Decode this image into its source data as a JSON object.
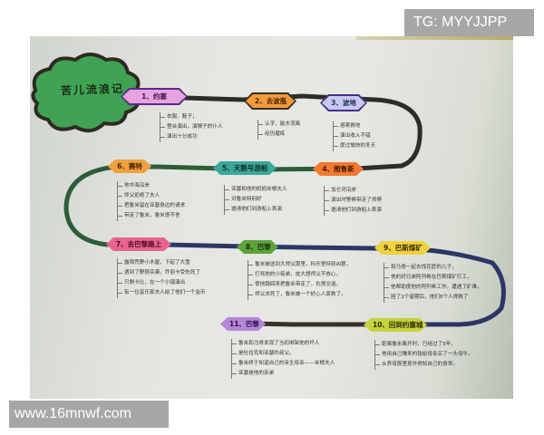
{
  "watermarks": {
    "top_right": "TG: MYYJJPP",
    "bottom_left": "www.16mnwf.com"
  },
  "mindmap": {
    "title": "苦儿流浪记",
    "colors": {
      "cloud": "#3fa353",
      "line_top": "#2e2c28",
      "line_mid": "#2e5c3a",
      "line_bottom": "#2b3566",
      "line_last": "#3a2e28"
    },
    "nodes": [
      {
        "label": "1、约塞",
        "color": "#e7a3e0",
        "border": "#5b2a85",
        "items": [
          "衣服、鞋子；",
          "登台演出，演猴子的仆人",
          "演出十分成功"
        ]
      },
      {
        "label": "2、去波瓶",
        "color": "#f29a3c",
        "border": "#3c2a1c",
        "items": [
          "认字、能木流离",
          "经历磨练"
        ]
      },
      {
        "label": "3、波地",
        "color": "#c7c9f0",
        "border": "#4a2d8a",
        "items": [
          "避寒救地",
          "演出收入不错",
          "度过愉快的冬天"
        ]
      },
      {
        "label": "4、图鲁斯",
        "color": "#f27a30",
        "border": "#f27a30",
        "items": [
          "加仑河沿岸",
          "演出时警察带走了师傅",
          "邀请他们到游船上表演"
        ]
      },
      {
        "label": "5、天鹅号游船",
        "color": "#3aa79a",
        "border": "#3aa79a",
        "items": [
          "亚瑟和他的妈妈米根夫人",
          "对鲁米特别好",
          "邀请他们到游船上表演"
        ]
      },
      {
        "label": "6、赛特",
        "color": "#f2a03c",
        "border": "#f2a03c",
        "items": [
          "地中海沿岸",
          "师父拒绝了夫人",
          "把鲁米留在亚瑟身边的请求",
          "带走了鲁米，鲁米很不舍"
        ]
      },
      {
        "label": "7、去巴黎路上",
        "color": "#e8648e",
        "border": "#e8648e",
        "items": [
          "露宿荒野小木屋，下起了大雪",
          "遇到了野狼突袭，乔丽卡受伤死了",
          "只剩卡比，在一个小镇演出",
          "有一位音乐家夫人给了他们一个金币"
        ]
      },
      {
        "label": "8、巴黎",
        "color": "#5ea23c",
        "border": "#5ea23c",
        "items": [
          "鲁米被送到大师父那里，科乐里特别凶狠，",
          "打骂他的小徒弟，皮大想师父不放心，",
          "很快跳回来把鲁米带走了，仇恨交追。",
          "师父冻死了，鲁米被一个好心人家救了。"
        ]
      },
      {
        "label": "9、巴斯煤矿",
        "color": "#f0d23c",
        "border": "#f0d23c",
        "items": [
          "和马修一起去找花匠的儿子，",
          "他的好兄弟阿列希在巴斯煤矿打工，",
          "他帮助度他的阿列希工作，遭遇了矿难，",
          "困了2个星期后，他们8个人得救了"
        ]
      },
      {
        "label": "10、回到约塞城",
        "color": "#c8d23c",
        "border": "#c8d23c",
        "items": [
          "距离鲁米离开时，已经过了5年，",
          "他用自己赚来的钱给母亲买了一头母牛，",
          "从养母那里意外得知自己的身世。"
        ]
      },
      {
        "label": "11、巴黎",
        "color": "#b487d8",
        "border": "#b487d8",
        "items": [
          "鲁米和马修发现了当初绑架他的坏人",
          "是杜拉克和亚瑟的叔父。",
          "鲁米终于知道自己的亲生母亲——米根夫人",
          "亚瑟是他的亲弟"
        ]
      }
    ]
  }
}
